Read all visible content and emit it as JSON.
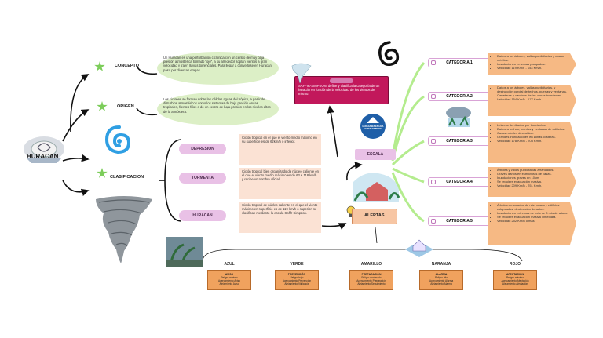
{
  "root": {
    "title": "HURACAN"
  },
  "branches": {
    "concepto": {
      "label": "CONCEPTO",
      "text": "Un Huracán es una perturbación ciclónica con un centro de muy baja presión atmosférica llamado \"ojo\", a su alrededor soplan vientos a gran velocidad y traen lluvias torrenciales. Para llegar a convertirse en Huracán pasa por diversas etapas."
    },
    "origen": {
      "label": "ORIGEN",
      "text": "Los ciclones se forman sobre las cálidas aguas del trópico, a partir de disturbios atmosféricos como los sistemas de baja presión ondas tropicales, frentes fríos o de un centro de baja presión en los niveles altos de la atmósfera."
    },
    "clasificacion": {
      "label": "CLASIFICACION"
    }
  },
  "stages": [
    {
      "name": "DEPRESION",
      "text": "Ciclón tropical en el que el viento medio máximo en su superficie es de 62km/h o inferior."
    },
    {
      "name": "TORMENTA",
      "text": "Ciclón tropical bien organizado de núcleo caliente en el que el viento medio máximo es de 63 a 118 km/h y recibe un nombre oficial."
    },
    {
      "name": "HURACAN",
      "text": "Ciclón tropical de núcleo caliente en el que el viento máximo en superficie es de 119 km/h o superior, se clasifican mediante la escala Saffir-Simpson."
    }
  ],
  "saffir": {
    "text": "SAFFIR-SIMPSON: define y clasifica la categoría de un huracán en función de la velocidad de los vientos del mismo."
  },
  "escala": {
    "label": "ESCALA",
    "sign": "HURACANES ESCALA SAFFIR SIMPSON"
  },
  "alertas_label": "ALERTAS",
  "categories": [
    {
      "name": "CATEGORIA 1",
      "items": [
        "Daños a los árboles, vallas publicitarias y casas móviles.",
        "Inundaciones en zonas pasquales.",
        "Velocidad 119 Km/h - 153 Km/h."
      ]
    },
    {
      "name": "CATEGORIA 2",
      "items": [
        "Daños a los árboles, vallas publicitarias, y destrucción parcial de techos, puertas y ventanas.",
        "Carreteras y caminos de las zonas inundadas.",
        "Velocidad 154 Km/h - 177 Km/h."
      ]
    },
    {
      "name": "CATEGORIA 3",
      "items": [
        "Letreros derribados por los vientos.",
        "Daños a techos, puertas y ventanas de edificios.",
        "Casas móviles destruidas.",
        "Grandes inundaciones en zonas costeras.",
        "Velocidad 178 Km/h - 208 Km/h."
      ]
    },
    {
      "name": "CATEGORIA 4",
      "items": [
        "Árboles y vallas publicitarias arrancados.",
        "Graves daños en estructuras de casas.",
        "Inundaciones graves en 10km",
        "Se requiere evacuación masiva.",
        "Velocidad 209 Km/h - 251 Km/h."
      ]
    },
    {
      "name": "CATEGORIA 5",
      "items": [
        "Árboles arrancados de raíz, casas y edificios colapsados, destrucción de autos.",
        "Inundaciones extremas de más de 3 mts de altura.",
        "Se requiere evacuación masiva inmediata.",
        "Velocidad 252 Km/h o más."
      ]
    }
  ],
  "alerts": [
    {
      "color": "AZUL",
      "lines": [
        "AVISO",
        "Peligro mínimo",
        "Acercamiento Aviso",
        "Alejamiento Aviso"
      ]
    },
    {
      "color": "VERDE",
      "lines": [
        "PREVENCIÓN",
        "Peligro bajo",
        "Acercamiento Prevención",
        "Alejamiento Vigilancia"
      ]
    },
    {
      "color": "AMARILLO",
      "lines": [
        "PREPARACIÓN",
        "Peligro moderado",
        "Acercamiento Preparación",
        "Alejamiento Seguimiento"
      ]
    },
    {
      "color": "NARANJA",
      "lines": [
        "ALARMA",
        "Peligro alto",
        "Acercamiento Alarma",
        "Alejamiento Alarma"
      ]
    },
    {
      "color": "ROJO",
      "lines": [
        "AFECTACIÓN",
        "Peligro máximo",
        "Acercamiento Afectación",
        "Alejamiento Afectación"
      ]
    }
  ],
  "colors": {
    "cloud": "#dcefc6",
    "pill": "#e9c1e6",
    "cat_desc": "#f6b984",
    "alert_box": "#f0a25e",
    "saffir": "#c2185b",
    "star": "#7ccd5a"
  }
}
